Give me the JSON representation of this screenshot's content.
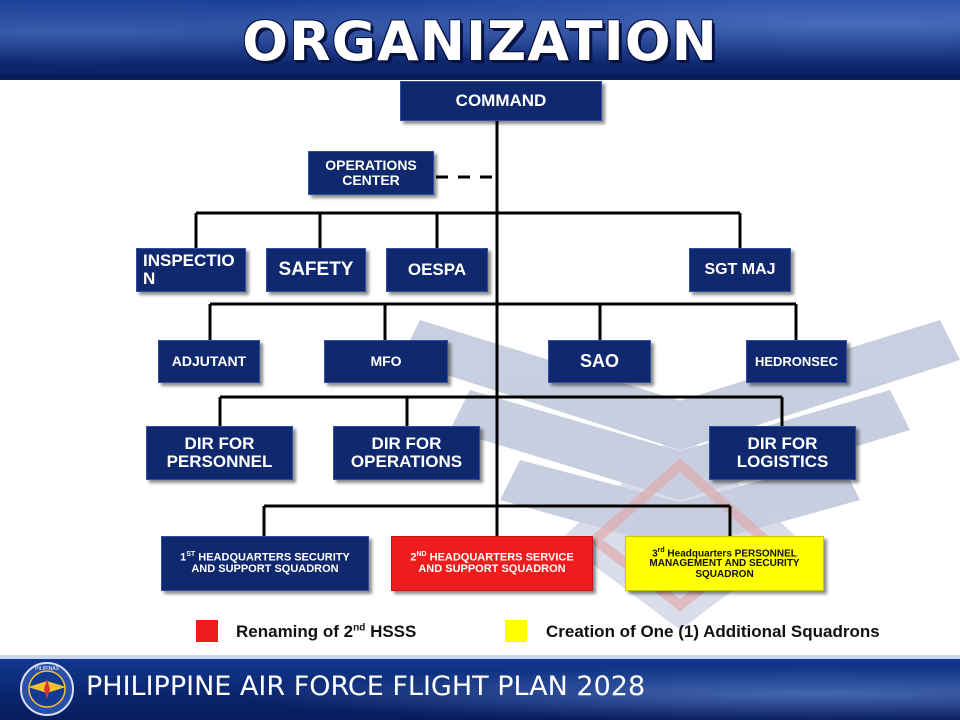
{
  "header": {
    "title": "ORGANIZATION"
  },
  "nodes": {
    "command": "COMMAND",
    "operations_center": "OPERATIONS\nCENTER",
    "inspection": "INSPECTIO\nN",
    "safety": "SAFETY",
    "oespa": "OESPA",
    "sgt_maj": "SGT MAJ",
    "adjutant": "ADJUTANT",
    "mfo": "MFO",
    "sao": "SAO",
    "hedronsec": "HEDRONSEC",
    "dir_personnel": "DIR FOR\nPERSONNEL",
    "dir_operations": "DIR FOR\nOPERATIONS",
    "dir_logistics": "DIR FOR\nLOGISTICS",
    "sq1": {
      "num": "1",
      "sup": "ST",
      "rest": " HEADQUARTERS SECURITY\nAND SUPPORT SQUADRON"
    },
    "sq2": {
      "num": "2",
      "sup": "ND",
      "rest": " HEADQUARTERS SERVICE\nAND SUPPORT SQUADRON"
    },
    "sq3": {
      "num": "3",
      "sup": "rd",
      "rest": " Headquarters  PERSONNEL\nMANAGEMENT  AND SECURITY\nSQUADRON"
    }
  },
  "legend": {
    "red": {
      "color": "#ee1c1c",
      "pre": "Renaming of 2",
      "sup": "nd",
      "post": " HSSS"
    },
    "yellow": {
      "color": "#ffff00",
      "text": "Creation of One (1) Additional Squadrons"
    }
  },
  "footer": {
    "text": "PHILIPPINE AIR FORCE FLIGHT PLAN 2028",
    "seal_top": "PILIPINAS"
  },
  "colors": {
    "navy": "#10296e",
    "red": "#ee1c1c",
    "yellow": "#ffff00",
    "header": "#0e2a78"
  }
}
